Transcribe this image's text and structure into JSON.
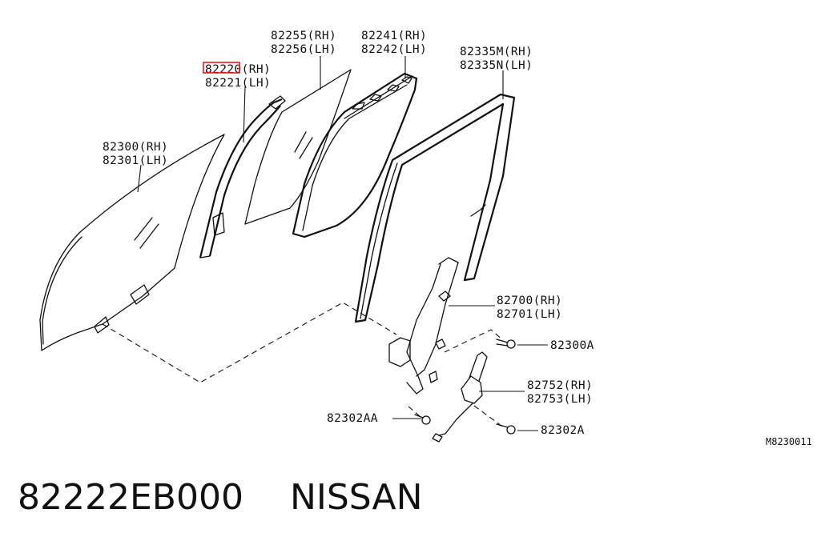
{
  "colors": {
    "highlight": "#e02020",
    "ink": "#111111",
    "background": "#ffffff"
  },
  "labels": {
    "p82220": {
      "rh": "82220(RH)",
      "lh": "82221(LH)"
    },
    "p82255": {
      "rh": "82255(RH)",
      "lh": "82256(LH)"
    },
    "p82241": {
      "rh": "82241(RH)",
      "lh": "82242(LH)"
    },
    "p82335": {
      "rh": "82335M(RH)",
      "lh": "82335N(LH)"
    },
    "p82300": {
      "rh": "82300(RH)",
      "lh": "82301(LH)"
    },
    "p82700": {
      "rh": "82700(RH)",
      "lh": "82701(LH)"
    },
    "p82300a": "82300A",
    "p82752": {
      "rh": "82752(RH)",
      "lh": "82753(LH)"
    },
    "p82302aa": "82302AA",
    "p82302a": "82302A"
  },
  "diagram_code": "M8230011",
  "caption": {
    "part_number": "82222EB000",
    "brand": "NISSAN"
  }
}
